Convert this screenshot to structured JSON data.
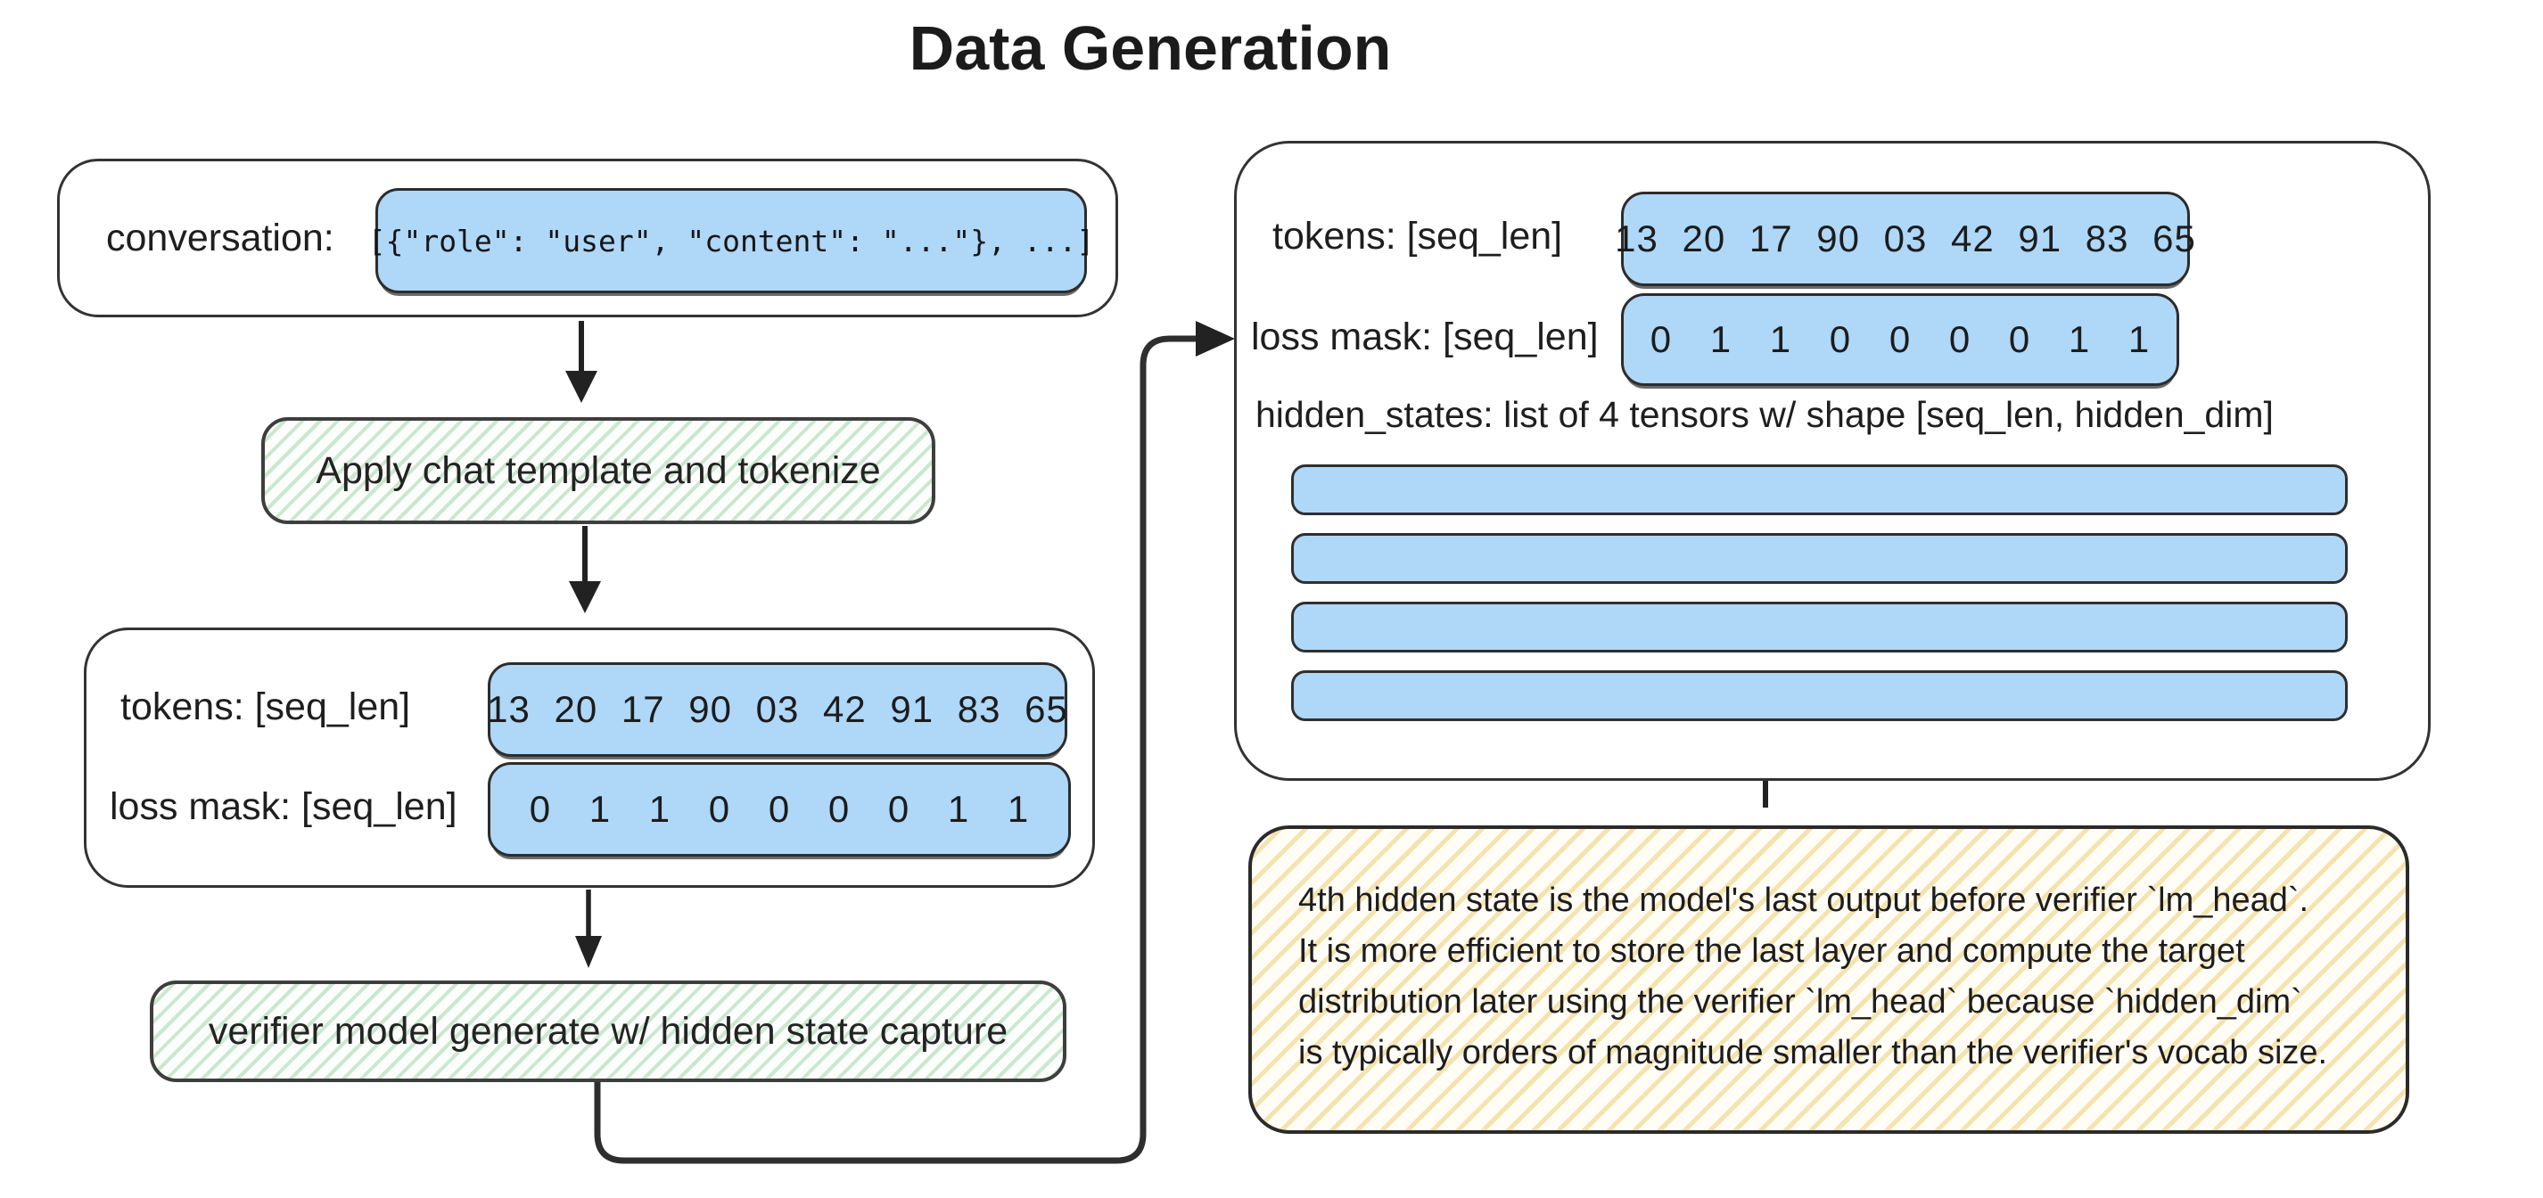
{
  "title": "Data Generation",
  "colors": {
    "tensor_blue": "#aed7f8",
    "process_green_stripe": "#bfe5c8",
    "note_yellow_stripe": "#eed28a",
    "ink": "#2b2b2b"
  },
  "conversation": {
    "label": "conversation:",
    "value": "[{\"role\": \"user\", \"content\": \"...\"}, ...]"
  },
  "steps": {
    "apply_template": "Apply chat template and tokenize",
    "verifier_generate": "verifier model generate w/ hidden state capture"
  },
  "left_output": {
    "tokens_label": "tokens: [seq_len]",
    "tokens_values": "13 20 17 90 03 42 91 83 65",
    "loss_mask_label": "loss mask: [seq_len]",
    "loss_mask_values": "0 1 1 0 0 0 0 1 1"
  },
  "right_output": {
    "tokens_label": "tokens: [seq_len]",
    "tokens_values": "13 20 17 90 03 42 91 83 65",
    "loss_mask_label": "loss mask: [seq_len]",
    "loss_mask_values": "0 1 1 0 0 0 0 1 1",
    "hidden_states_label": "hidden_states: list of 4 tensors w/ shape [seq_len, hidden_dim]",
    "num_tensors": 4
  },
  "note": {
    "lines": [
      "4th hidden state is the model's last output before verifier `lm_head`.",
      "It is more efficient to store the last layer and compute the target",
      "distribution later using the verifier `lm_head` because `hidden_dim`",
      "is typically orders of magnitude smaller than the verifier's vocab size."
    ]
  }
}
